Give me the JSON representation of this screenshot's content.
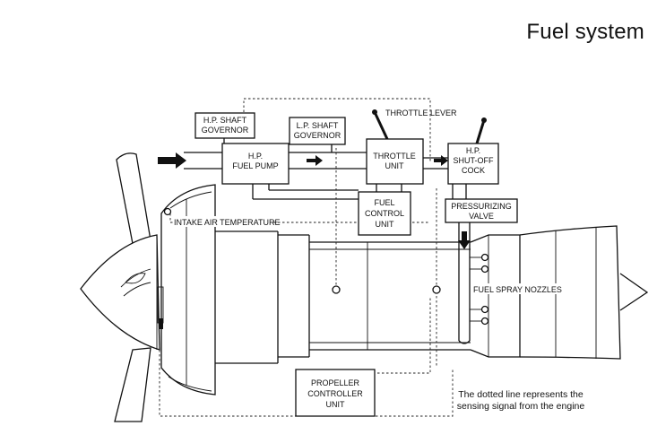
{
  "title": "Fuel system",
  "components": {
    "hp_shaft_governor": [
      "H.P. SHAFT",
      "GOVERNOR"
    ],
    "lp_shaft_governor": [
      "L.P. SHAFT",
      "GOVERNOR"
    ],
    "hp_fuel_pump": [
      "H.P.",
      "FUEL PUMP"
    ],
    "throttle_lever": "THROTTLE LEVER",
    "throttle_unit": [
      "THROTTLE",
      "UNIT"
    ],
    "hp_shutoff_cock": [
      "H.P.",
      "SHUT-OFF",
      "COCK"
    ],
    "fuel_control_unit": [
      "FUEL",
      "CONTROL",
      "UNIT"
    ],
    "pressurizing_valve": [
      "PRESSURIZING",
      "VALVE"
    ],
    "intake_air_temperature": "INTAKE AIR TEMPERATURE",
    "fuel_spray_nozzles": "FUEL SPRAY NOZZLES",
    "propeller_controller_unit": [
      "PROPELLER",
      "CONTROLLER",
      "UNIT"
    ]
  },
  "note": [
    "The dotted line represents the",
    "sensing signal from the engine"
  ],
  "colors": {
    "line": "#111111",
    "background": "#ffffff"
  }
}
